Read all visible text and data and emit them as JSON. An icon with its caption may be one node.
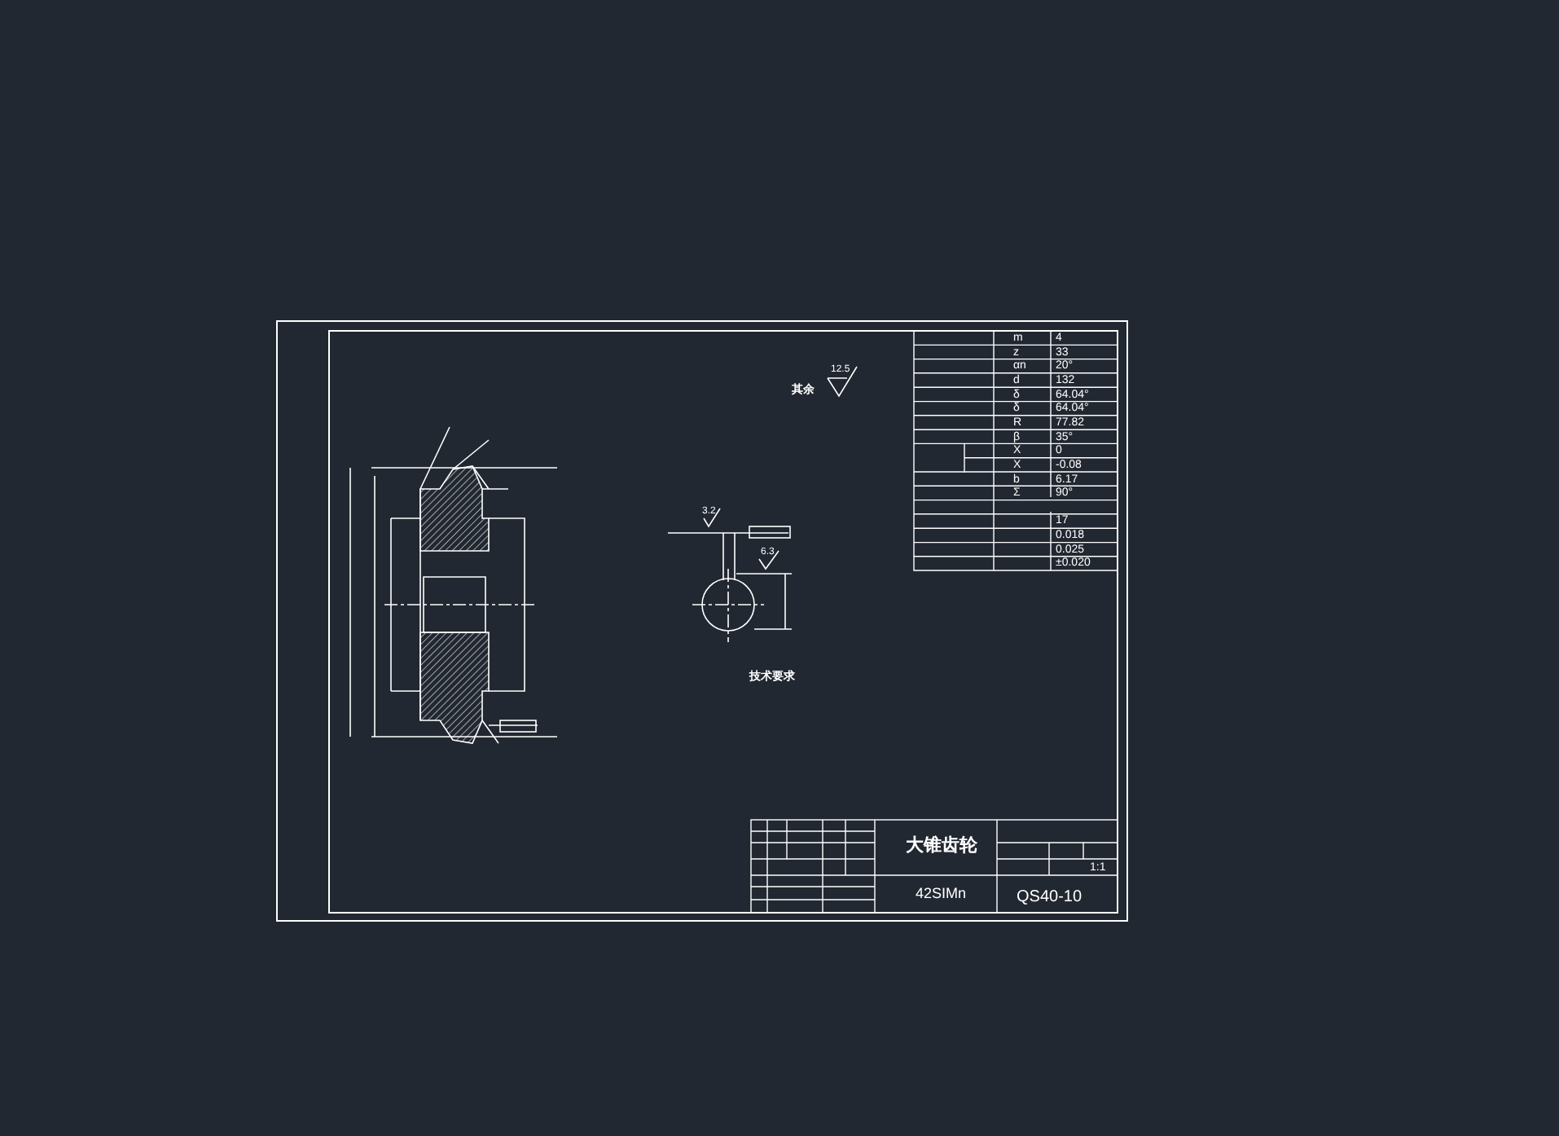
{
  "diagram": {
    "labels": [
      "其余",
      "12.5",
      "m",
      "4",
      "z",
      "33",
      "αn",
      "20°",
      "d",
      "132",
      "δ",
      "64.04°",
      "δ",
      "64.04°",
      "R",
      "77.82",
      "β",
      "35°",
      "X",
      "0",
      "X",
      "-0.08",
      "b",
      "6.17",
      "Σ",
      "90°",
      "17",
      "0.018",
      "0.025",
      "±0.020",
      "3.2",
      "6.3",
      "技术要求",
      "大锥齿轮",
      "1:1",
      "42SIMn",
      "QS40-10"
    ]
  }
}
